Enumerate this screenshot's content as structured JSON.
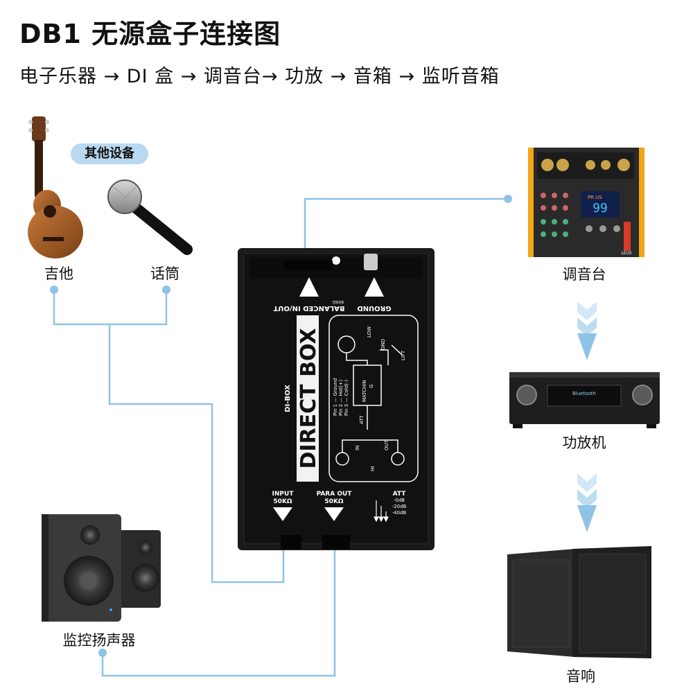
{
  "header": {
    "title": "DB1 无源盒子连接图",
    "subtitle": "电子乐器 → DI 盒 → 调音台→ 功放 → 音箱 → 监听音箱"
  },
  "badge": {
    "other_devices": "其他设备"
  },
  "devices": {
    "guitar": "吉他",
    "microphone": "话筒",
    "mixer": "调音台",
    "amplifier": "功放机",
    "monitor_speakers": "监控扬声器",
    "pa_speakers": "音响"
  },
  "di_box": {
    "name": "DIRECT BOX",
    "model": "DI-BOX",
    "balanced_label": "BALANCED IN/OUT",
    "balanced_impedance": "600Ω",
    "ground_label": "GROUND",
    "input_label": "INPUT",
    "input_impedance": "50KΩ",
    "para_out_label": "PARA OUT",
    "para_out_impedance": "50KΩ",
    "att_label": "ATT",
    "att_levels": [
      "-0dB",
      "-20dB",
      "-40dB"
    ],
    "schematic": {
      "pins": [
        "Pin 1 — Ground",
        "Pin 2 — Hot(+)",
        "Pin 3 — Cold(-)"
      ],
      "low": "LOW",
      "gnd": "GND",
      "lift": "LIFT",
      "matching_line1": "MATCHIN",
      "matching_line2": "G",
      "att": "ATT",
      "in": "IN",
      "out": "OUT",
      "hi": "HI"
    }
  },
  "mixer_screen": {
    "brand": "LEUS",
    "digits": "99",
    "mode": "PR US"
  },
  "amp_display": "Bluetooth",
  "colors": {
    "wire": "#8ec3e6",
    "arrow_light": "#d2e8f7",
    "arrow": "#8ec3e6",
    "box": "#1a1a1a",
    "mixer_accent": "#f2a516"
  }
}
